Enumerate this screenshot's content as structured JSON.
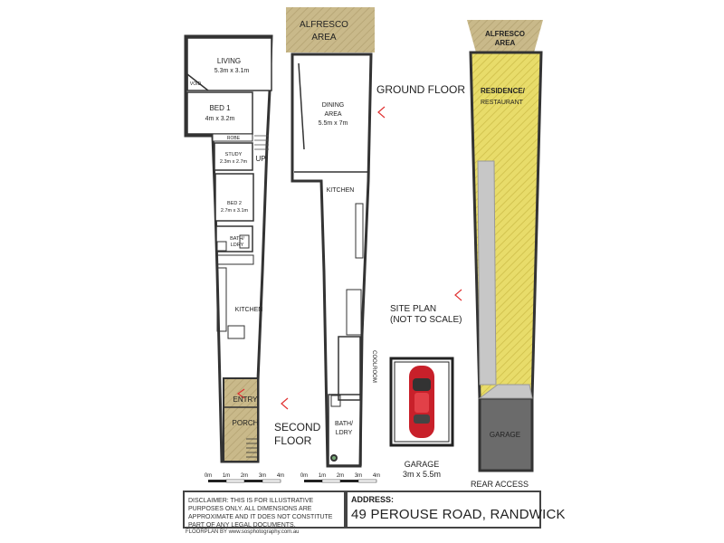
{
  "site_plan": {
    "alfresco_line1": "ALFRESCO",
    "alfresco_line2": "AREA",
    "residence_line1": "RESIDENCE/",
    "residence_line2": "RESTAURANT",
    "garage": "GARAGE",
    "rear_access": "REAR ACCESS",
    "title_line1": "SITE PLAN",
    "title_line2": "(NOT TO SCALE)"
  },
  "second_floor": {
    "title_line1": "SECOND",
    "title_line2": "FLOOR",
    "living": "LIVING",
    "living_dim": "5.3m x 3.1m",
    "void": "VOID",
    "bed1": "BED 1",
    "bed1_dim": "4m x 3.2m",
    "robe": "ROBE",
    "study": "STUDY",
    "study_dim": "2.3m x 2.7m",
    "up": "UP",
    "bed2": "BED 2",
    "bed2_dim": "2.7m x 3.1m",
    "bath_line1": "BATH/",
    "bath_line2": "LDRY",
    "kitchen": "KITCHEN",
    "entry": "ENTRY",
    "porch": "PORCH"
  },
  "ground_floor": {
    "title": "GROUND FLOOR",
    "alfresco_line1": "ALFRESCO",
    "alfresco_line2": "AREA",
    "dining": "DINING",
    "dining2": "AREA",
    "dining_dim": "5.5m x 7m",
    "kitchen": "KITCHEN",
    "coolroom": "COOLROOM",
    "bath_line1": "BATH/",
    "bath_line2": "LDRY"
  },
  "garage_plan": {
    "label": "GARAGE",
    "dim": "3m x 5.5m"
  },
  "scale": {
    "ticks": [
      "0m",
      "1m",
      "2m",
      "3m",
      "4m"
    ]
  },
  "footer": {
    "disclaimer": "DISCLAIMER: THIS IS FOR ILLUSTRATIVE PURPOSES ONLY. ALL DIMENSIONS ARE APPROXIMATE AND IT DOES NOT CONSTITUTE PART OF ANY LEGAL DOCUMENTS.",
    "address_label": "ADDRESS:",
    "address": "49 PEROUSE ROAD, RANDWICK",
    "credit": "FLOORPLAN BY www.sosphotography.com.au"
  },
  "colors": {
    "alfresco": "#c9b98a",
    "porch": "#cdb58a",
    "residence": "#e8dc6a",
    "garage_fill": "#6b6b6b",
    "path_grey": "#c7c7c7",
    "car_red": "#c8202a",
    "accent_red": "#e03030"
  }
}
